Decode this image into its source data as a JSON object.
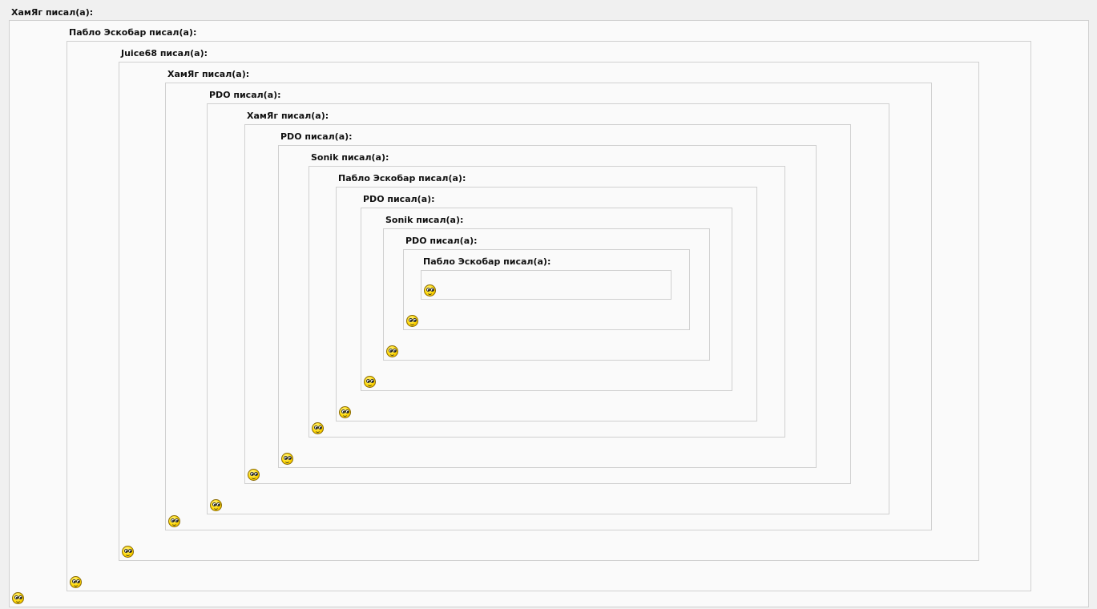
{
  "quotes": [
    {
      "author": "ХамЯг писал(а):"
    },
    {
      "author": "Пабло Эскобар писал(а):"
    },
    {
      "author": "Juice68 писал(а):"
    },
    {
      "author": "ХамЯг писал(а):"
    },
    {
      "author": "PDO писал(а):"
    },
    {
      "author": "ХамЯг писал(а):"
    },
    {
      "author": "PDO писал(а):"
    },
    {
      "author": "Sonik писал(а):"
    },
    {
      "author": "Пабло Эскобар писал(а):"
    },
    {
      "author": "PDO писал(а):"
    },
    {
      "author": "Sonik писал(а):"
    },
    {
      "author": "PDO писал(а):"
    },
    {
      "author": "Пабло Эскобар писал(а):"
    }
  ],
  "smiley_icon": "rolleyes-smiley-icon",
  "colors": {
    "page_background": "#f0f0f0",
    "quote_background": "#fafafa",
    "quote_border": "#d0d0d0",
    "smiley_yellow": "#ffd800"
  }
}
